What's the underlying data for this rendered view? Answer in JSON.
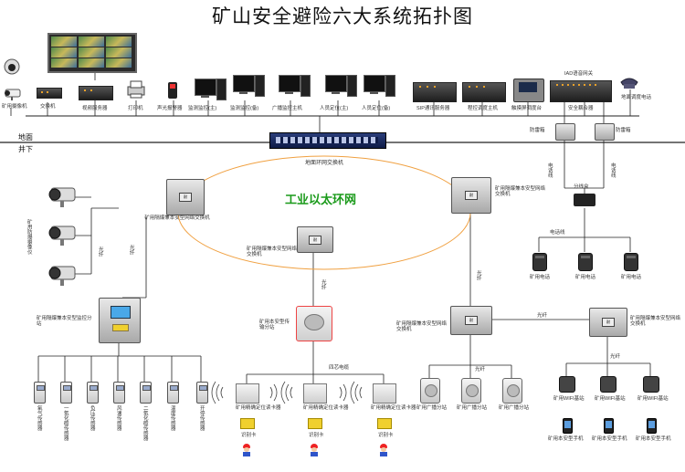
{
  "title": "矿山安全避险六大系统拓扑图",
  "ring_label": "工业以太环网",
  "ground": {
    "above": "地面",
    "below": "井下"
  },
  "surface_devices": [
    "矿用摄像机",
    "交换机",
    "视频服务器",
    "打印机",
    "声光报警器",
    "监测监控(主)",
    "监测监控(备)",
    "广播监控主机",
    "人员定位(主)",
    "人员定位(备)",
    "SIP通讯服务器",
    "程控调度主机",
    "触摸屏调度台",
    "安全耦合器",
    "地面调度电话"
  ],
  "gateway_label": "IAD语音网关",
  "core_switch_label": "地面环网交换机",
  "thunder_boxes": [
    "防雷箱",
    "防雷箱"
  ],
  "phone_line_labels": [
    "电话线",
    "电话线",
    "电话线"
  ],
  "junction_box_label": "分线盒",
  "mine_phones": [
    "矿用电话",
    "矿用电话",
    "矿用电话"
  ],
  "ring_switches": [
    "矿用隔爆兼本安型网络交换机",
    "矿用隔爆兼本安型网络交换机",
    "矿用隔爆兼本安型网络交换机",
    "矿用隔爆兼本安型网络交换机",
    "矿用隔爆兼本安型网络交换机"
  ],
  "fiber_label": "光纤",
  "cameras_label": "矿用防爆摄像仪",
  "monitor_substation": "矿用隔爆兼本安型监控分站",
  "sensors": [
    "氧气传感器",
    "一氧化碳传感器",
    "负压传感器",
    "风速传感器",
    "二氧化碳传感器",
    "温度传感器",
    "开停传感器"
  ],
  "broadcast_substation": "矿用本安型传输分站",
  "bus_label": "四芯电缆",
  "readers": [
    "矿用精确定位读卡器",
    "矿用精确定位读卡器",
    "矿用精确定位读卡器"
  ],
  "card_label": "识别卡",
  "broadcast_speakers": [
    "矿用广播分站",
    "矿用广播分站",
    "矿用广播分站"
  ],
  "wifi_bases": [
    "矿用WIFI基站",
    "矿用WIFI基站",
    "矿用WIFI基站"
  ],
  "mobiles": [
    "矿用本安型手机",
    "矿用本安型手机",
    "矿用本安型手机"
  ],
  "colors": {
    "ring": "#f0a040",
    "wire": "#222222",
    "ring_text": "#1a9a1a"
  }
}
